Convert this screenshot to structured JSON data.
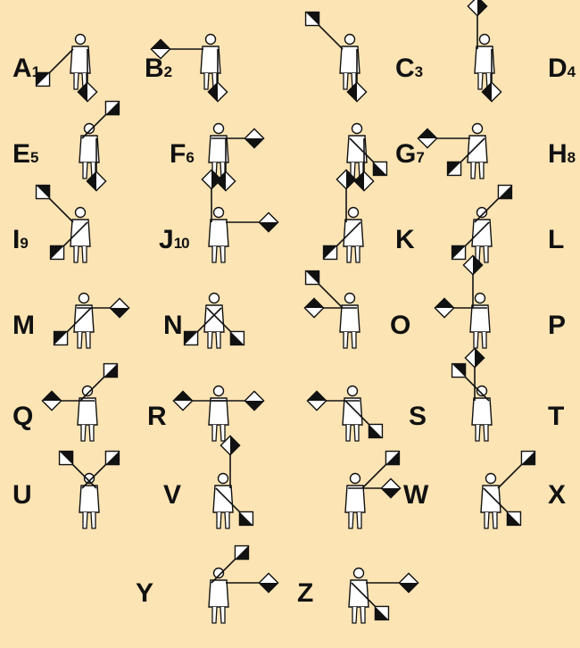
{
  "title": "",
  "colors": {
    "background": "#fce4b4",
    "ink": "#111111",
    "flag_light": "#ffffff",
    "flag_dark": "#111111"
  },
  "signals": [
    {
      "letter": "A",
      "number": "1",
      "left": "low-left",
      "right": "down"
    },
    {
      "letter": "B",
      "number": "2",
      "left": "left",
      "right": "down"
    },
    {
      "letter": "C",
      "number": "3",
      "left": "high-left",
      "right": "down"
    },
    {
      "letter": "D",
      "number": "4",
      "left": "up",
      "right": "down"
    },
    {
      "letter": "E",
      "number": "5",
      "left": "high-right",
      "right": "down"
    },
    {
      "letter": "F",
      "number": "6",
      "left": "right",
      "right": "down"
    },
    {
      "letter": "G",
      "number": "7",
      "left": "low-right",
      "right": "down"
    },
    {
      "letter": "H",
      "number": "8",
      "left": "left",
      "right": "low-left"
    },
    {
      "letter": "I",
      "number": "9",
      "left": "high-left",
      "right": "low-left"
    },
    {
      "letter": "J",
      "number": "10",
      "left": "up",
      "right": "right"
    },
    {
      "letter": "K",
      "number": "",
      "left": "up",
      "right": "low-left"
    },
    {
      "letter": "L",
      "number": "",
      "left": "high-right",
      "right": "low-left"
    },
    {
      "letter": "M",
      "number": "",
      "left": "right",
      "right": "low-left"
    },
    {
      "letter": "N",
      "number": "",
      "left": "low-right",
      "right": "low-left"
    },
    {
      "letter": "O",
      "number": "",
      "left": "high-left",
      "right": "left"
    },
    {
      "letter": "P",
      "number": "",
      "left": "up",
      "right": "left"
    },
    {
      "letter": "Q",
      "number": "",
      "left": "high-right",
      "right": "left"
    },
    {
      "letter": "R",
      "number": "",
      "left": "right",
      "right": "left"
    },
    {
      "letter": "S",
      "number": "",
      "left": "low-right",
      "right": "left"
    },
    {
      "letter": "T",
      "number": "",
      "left": "up",
      "right": "high-left"
    },
    {
      "letter": "U",
      "number": "",
      "left": "high-right",
      "right": "high-left"
    },
    {
      "letter": "V",
      "number": "",
      "left": "low-right",
      "right": "up"
    },
    {
      "letter": "W",
      "number": "",
      "left": "right",
      "right": "high-right"
    },
    {
      "letter": "X",
      "number": "",
      "left": "low-right",
      "right": "high-right"
    },
    {
      "letter": "Y",
      "number": "",
      "left": "high-right",
      "right": "right"
    },
    {
      "letter": "Z",
      "number": "",
      "left": "low-right",
      "right": "right"
    }
  ]
}
